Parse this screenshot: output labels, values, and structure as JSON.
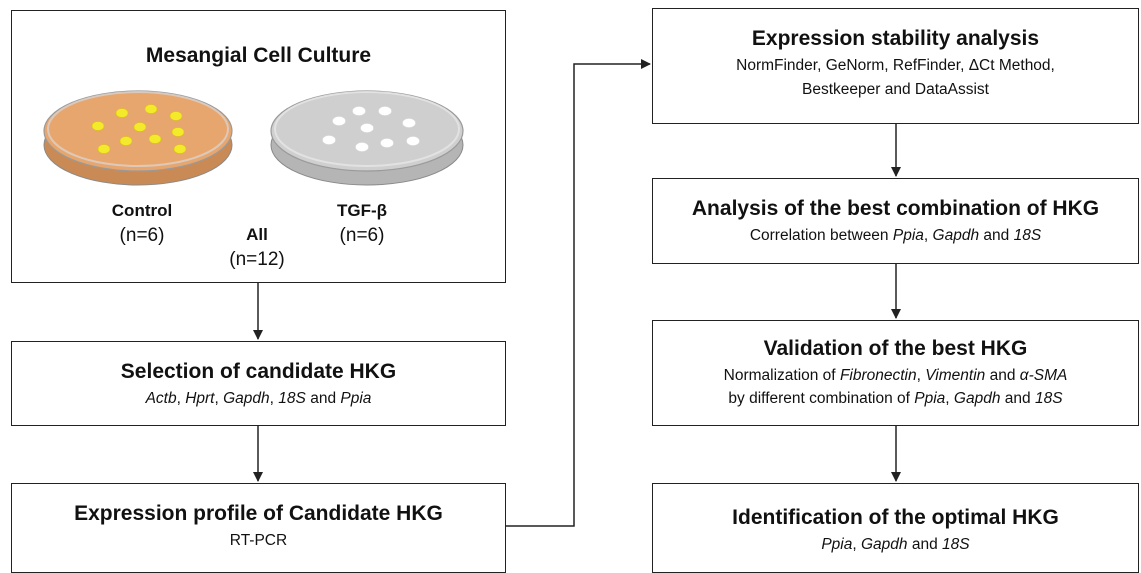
{
  "culture": {
    "title": "Mesangial Cell Culture",
    "control_label": "Control",
    "control_n": "(n=6)",
    "tgf_label": "TGF-β",
    "tgf_n": "(n=6)",
    "all_label": "All",
    "all_n": "(n=12)",
    "colors": {
      "control_dish": "#e8a66f",
      "tgf_dish": "#cfcfcf",
      "colony_control": "#f2ea2a",
      "colony_tgf": "#ffffff"
    }
  },
  "selection": {
    "title": "Selection of candidate HKG",
    "genes": [
      "Actb",
      "Hprt",
      "Gapdh",
      "18S"
    ],
    "last_joiner": "and",
    "last_gene": "Ppia"
  },
  "profile": {
    "title": "Expression profile of Candidate HKG",
    "method": "RT-PCR"
  },
  "stability": {
    "title": "Expression stability analysis",
    "line1": "NormFinder, GeNorm, RefFinder, ΔCt Method,",
    "line2": "Bestkeeper and DataAssist"
  },
  "combination": {
    "title": "Analysis of the best combination of HKG",
    "prefix": "Correlation between",
    "gene1": "Ppia",
    "sep1": ",",
    "gene2": "Gapdh",
    "joiner": "and",
    "gene3": "18S"
  },
  "validation": {
    "title": "Validation of the best HKG",
    "line1_prefix": "Normalization of",
    "marker1": "Fibronectin",
    "sep1": ",",
    "marker2": "Vimentin",
    "joiner1": "and",
    "marker3": "α-SMA",
    "line2_prefix": "by different combination of",
    "gene1": "Ppia",
    "sep2": ",",
    "gene2": "Gapdh",
    "joiner2": "and",
    "gene3": "18S"
  },
  "optimal": {
    "title": "Identification of the optimal HKG",
    "gene1": "Ppia",
    "sep": ",",
    "gene2": "Gapdh",
    "joiner": "and",
    "gene3": "18S"
  }
}
